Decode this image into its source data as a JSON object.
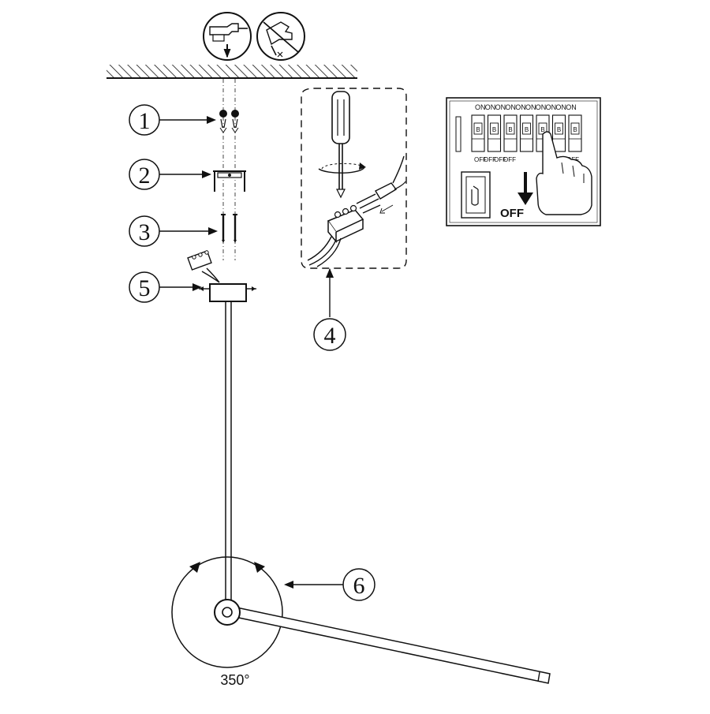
{
  "callouts": [
    {
      "id": "1",
      "label": "1"
    },
    {
      "id": "2",
      "label": "2"
    },
    {
      "id": "3",
      "label": "3"
    },
    {
      "id": "4",
      "label": "4"
    },
    {
      "id": "5",
      "label": "5"
    },
    {
      "id": "6",
      "label": "6"
    }
  ],
  "rotation": {
    "label": "350°"
  },
  "breaker_panel": {
    "on_labels": [
      "ON",
      "ON",
      "ON",
      "ON",
      "ON",
      "ON",
      "ON",
      "ON",
      "ON",
      "ON"
    ],
    "off_labels": [
      "OFF",
      "OFF",
      "OFF",
      "OFF",
      "OFF",
      "OFF",
      "OFF"
    ],
    "switch_marks": [
      "B",
      "B",
      "B",
      "B",
      "B",
      "B",
      "B"
    ],
    "off_instruction": "OFF"
  },
  "icons": {
    "left": "drill-icon",
    "right": "no-hammer-icon"
  }
}
